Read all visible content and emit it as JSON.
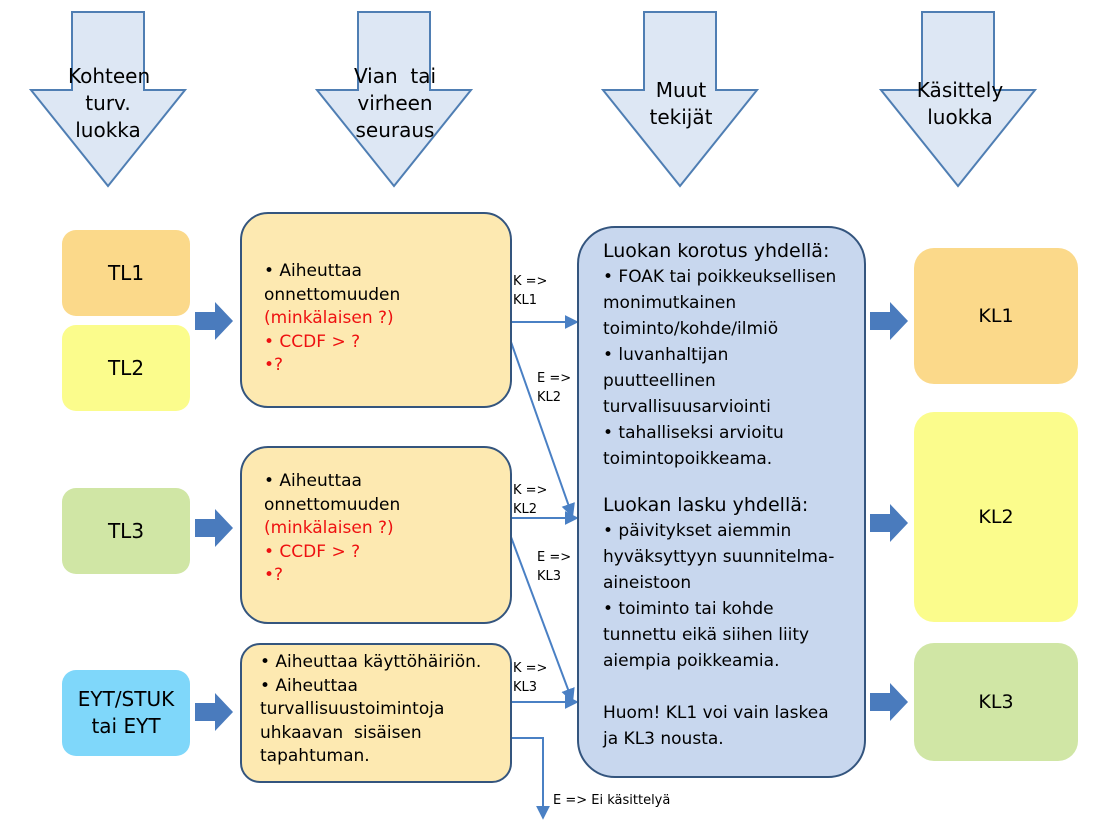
{
  "headers": [
    {
      "lines": [
        "Kohteen",
        "turv.",
        "luokka"
      ]
    },
    {
      "lines": [
        "Vian  tai",
        "virheen",
        "seuraus"
      ]
    },
    {
      "lines": [
        "Muut",
        "tekijät"
      ]
    },
    {
      "lines": [
        "Käsittely",
        "luokka"
      ]
    }
  ],
  "safety_classes": {
    "tl1": "TL1",
    "tl2": "TL2",
    "tl3": "TL3",
    "eyt": [
      "EYT/STUK",
      "tai EYT"
    ]
  },
  "consequences": {
    "box1": [
      "• Aiheuttaa",
      "onnettomuuden",
      "(minkälaisen ?)",
      "• CCDF > ?",
      "•?"
    ],
    "box2": [
      "• Aiheuttaa",
      "onnettomuuden",
      "(minkälaisen ?)",
      "• CCDF > ?",
      "•?"
    ],
    "box3": [
      "• Aiheuttaa käyttöhäiriön.",
      "• Aiheuttaa",
      "turvallisuustoimintoja",
      "uhkaavan  sisäisen",
      "tapahtuman."
    ]
  },
  "factors": {
    "raise_title": "Luokan korotus yhdellä:",
    "raise_items": [
      "• FOAK tai poikkeuksellisen",
      "monimutkainen",
      "toiminto/kohde/ilmiö",
      "• luvanhaltijan",
      "puutteellinen",
      "turvallisuusarviointi",
      "• tahalliseksi arvioitu",
      "toimintopoikkeama."
    ],
    "lower_title": "Luokan lasku yhdellä:",
    "lower_items": [
      "• päivitykset aiemmin",
      "hyväksyttyyn suunnitelma-",
      "aineistoon",
      "• toiminto tai kohde",
      "tunnettu eikä siihen liity",
      "aiempia poikkeamia."
    ],
    "note": [
      "Huom! KL1 voi vain laskea",
      "ja KL3 nousta."
    ]
  },
  "handling_classes": {
    "kl1": "KL1",
    "kl2": "KL2",
    "kl3": "KL3"
  },
  "arrow_labels": {
    "k_kl1": [
      "K =>",
      "KL1"
    ],
    "e_kl2": [
      "E =>",
      "KL2"
    ],
    "k_kl2": [
      "K =>",
      "KL2"
    ],
    "e_kl3": [
      "E =>",
      "KL3"
    ],
    "k_kl3": [
      "K =>",
      "KL3"
    ],
    "no_handling": "E => Ei käsittelyä"
  },
  "colors": {
    "header_arrow_fill": "#dde7f4",
    "header_arrow_stroke": "#4f7eb3",
    "block_arrow": "#4a7bbd",
    "connector": "#4a80c4",
    "box_border": "#34557e",
    "red_text": "#ee1111"
  }
}
